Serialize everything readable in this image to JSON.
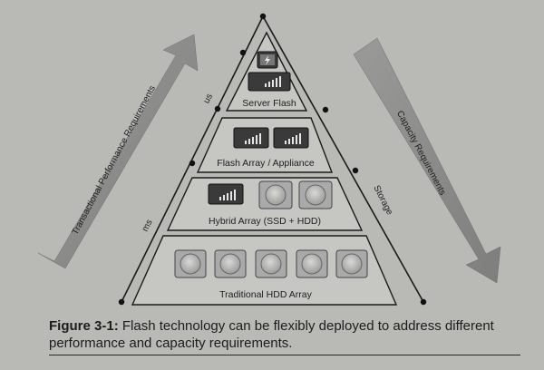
{
  "diagram": {
    "tiers": [
      {
        "label": "Server Flash"
      },
      {
        "label": "Flash Array / Appliance"
      },
      {
        "label": "Hybrid Array (SSD + HDD)"
      },
      {
        "label": "Traditional HDD Array"
      }
    ],
    "left_arrow_label": "Transactional Performance Requirements",
    "right_arrow_label": "Capacity Requirements",
    "left_axis": {
      "top_label": "us",
      "bottom_label": "ms"
    },
    "right_axis_label": "Storage",
    "icons": {
      "server_flash": [
        "flash-card-icon",
        "ssd-drive-icon"
      ],
      "flash_array": [
        "ssd-drive-icon",
        "ssd-drive-icon"
      ],
      "hybrid_array": [
        "ssd-drive-icon",
        "hard-disk-icon",
        "hard-disk-icon"
      ],
      "hdd_array": [
        "hard-disk-icon",
        "hard-disk-icon",
        "hard-disk-icon",
        "hard-disk-icon",
        "hard-disk-icon"
      ]
    },
    "colors": {
      "tier_fill": "#c5c5c2",
      "line": "#1a1a1a",
      "arrow": "#8a8a88",
      "background": "#b9b9b6"
    }
  },
  "caption": {
    "label": "Figure 3-1",
    "text": "Flash technology can be flexibly deployed to address different performance and capacity requirements."
  }
}
